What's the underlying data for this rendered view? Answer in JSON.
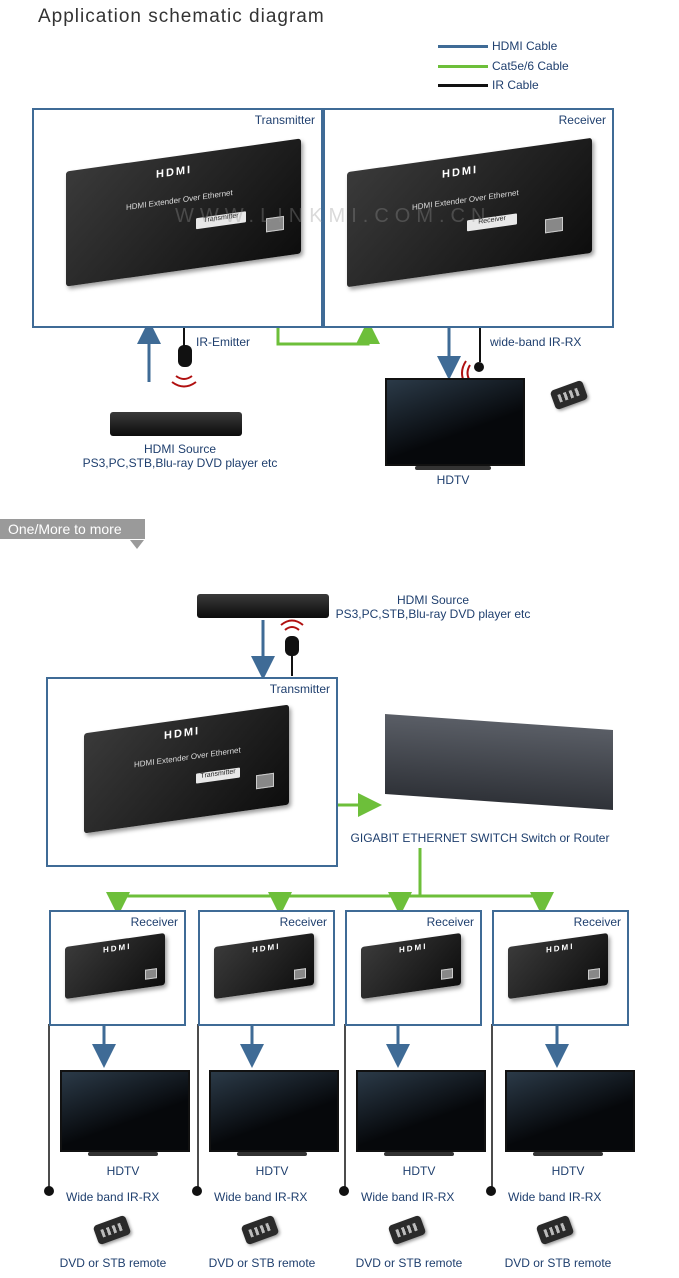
{
  "title": "Application schematic diagram",
  "legend": {
    "hdmi": {
      "label": "HDMI Cable",
      "color": "#3f6b96"
    },
    "cat": {
      "label": "Cat5e/6 Cable",
      "color": "#6dbf3a"
    },
    "ir": {
      "label": "IR Cable",
      "color": "#111111"
    }
  },
  "watermark": "WWW.LINKMI.COM.CN",
  "device": {
    "logo": "HDMI",
    "text": "HDMI Extender Over Ethernet",
    "tx_plate": "Transmitter",
    "rx_plate": "Receiver"
  },
  "top": {
    "tx_label": "Transmitter",
    "rx_label": "Receiver",
    "ir_emitter": "IR-Emitter",
    "ir_rx": "wide-band IR-RX",
    "source_l1": "HDMI Source",
    "source_l2": "PS3,PC,STB,Blu-ray DVD player etc",
    "hdtv": "HDTV"
  },
  "section2": {
    "tag": "One/More to more"
  },
  "bottom": {
    "source_l1": "HDMI Source",
    "source_l2": "PS3,PC,STB,Blu-ray DVD player etc",
    "tx_label": "Transmitter",
    "switch_label": "GIGABIT ETHERNET SWITCH Switch or Router",
    "receivers": [
      {
        "label": "Receiver",
        "hdtv": "HDTV",
        "ir": "Wide band IR-RX",
        "remote": "DVD or STB remote"
      },
      {
        "label": "Receiver",
        "hdtv": "HDTV",
        "ir": "Wide band IR-RX",
        "remote": "DVD or STB remote"
      },
      {
        "label": "Receiver",
        "hdtv": "HDTV",
        "ir": "Wide band IR-RX",
        "remote": "DVD or STB remote"
      },
      {
        "label": "Receiver",
        "hdtv": "HDTV",
        "ir": "Wide band IR-RX",
        "remote": "DVD or STB remote"
      }
    ]
  }
}
